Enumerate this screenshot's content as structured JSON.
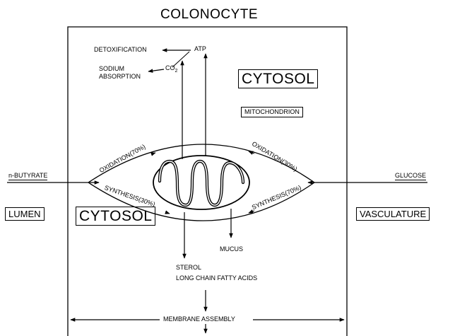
{
  "title": "COLONOCYTE",
  "labels": {
    "cytosol_top": "CYTOSOL",
    "cytosol_bottom": "CYTOSOL",
    "mitochondrion": "MITOCHONDRION",
    "lumen": "LUMEN",
    "vasculature": "VASCULATURE",
    "n_butyrate": "n-BUTYRATE",
    "glucose": "GLUCOSE",
    "detoxification": "DETOXIFICATION",
    "atp": "ATP",
    "sodium": "SODIUM",
    "absorption": "ABSORPTION",
    "co2": "CO",
    "co2_sub": "2",
    "oxidation_left": "OXIDATION(70%)",
    "oxidation_right": "OXIDATION(30%)",
    "synthesis_left": "SYNTHESIS(30%)",
    "synthesis_right": "SYNTHESIS(70%)",
    "mucus": "MUCUS",
    "sterol": "STEROL",
    "long_chain": "LONG CHAIN FATTY ACIDS",
    "membrane_assembly": "MEMBRANE ASSEMBLY"
  },
  "colors": {
    "ink": "#000000",
    "background": "#ffffff"
  }
}
